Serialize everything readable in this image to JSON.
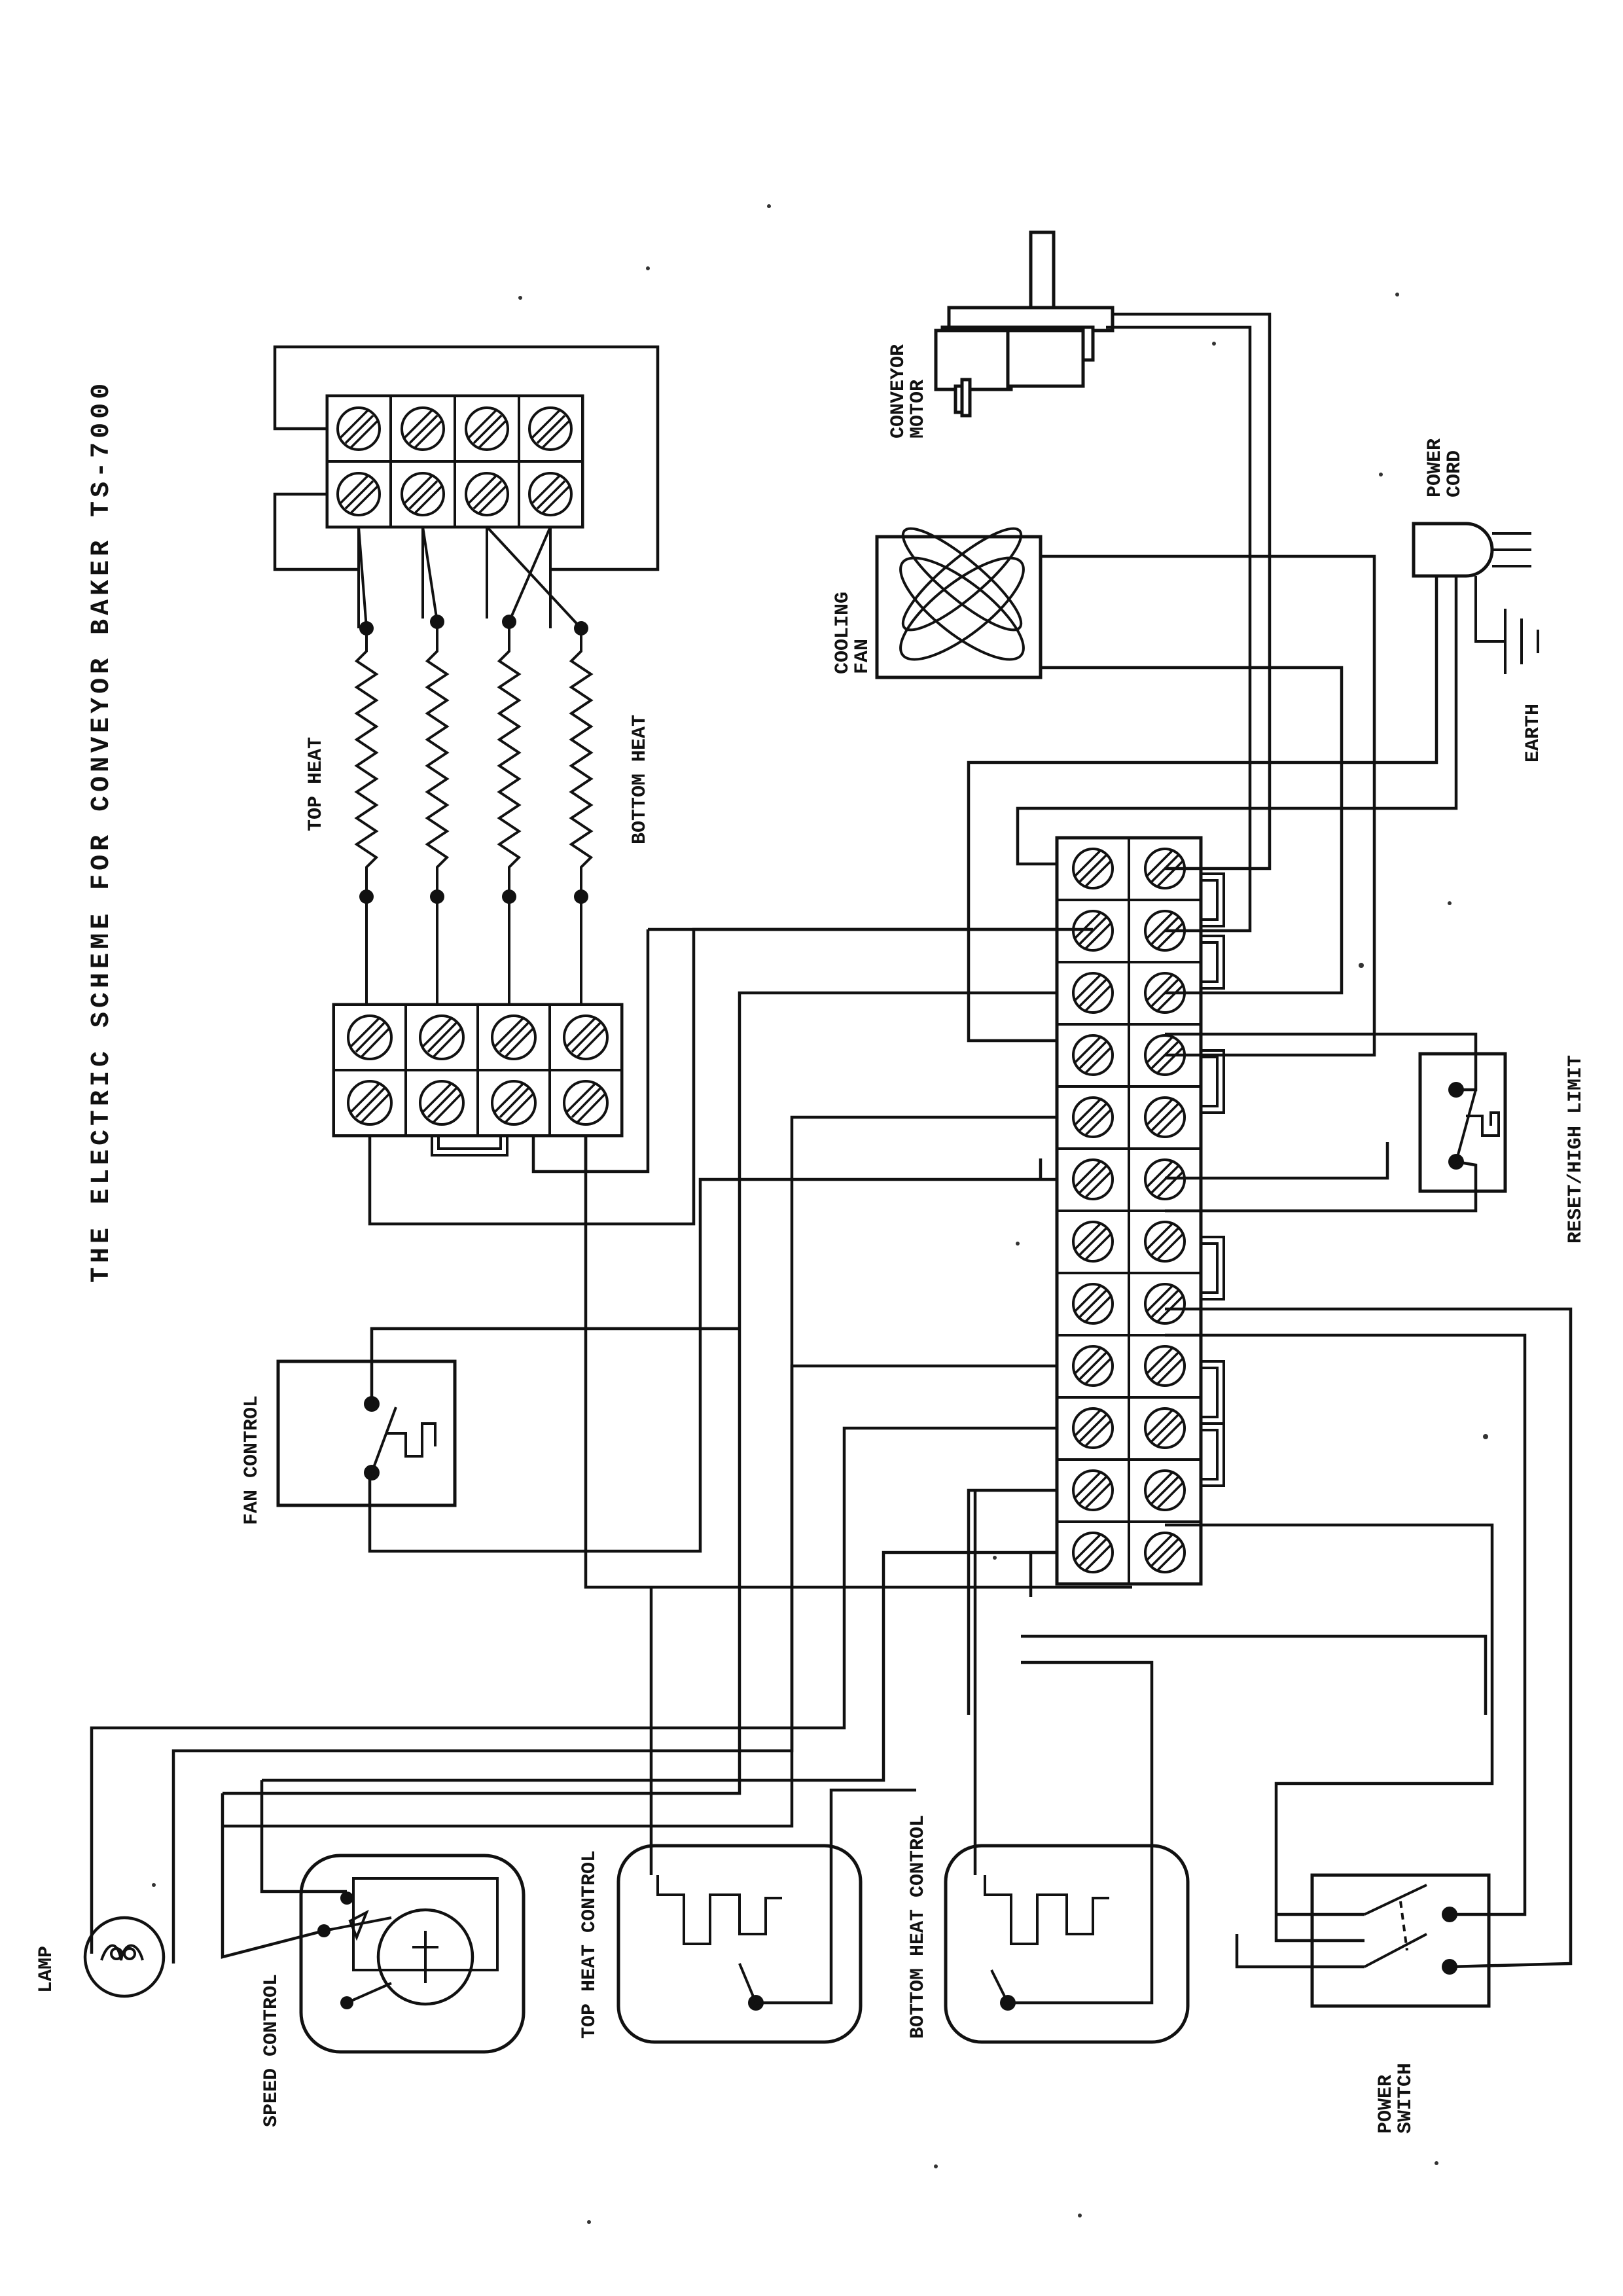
{
  "diagram": {
    "title": "THE ELECTRIC SCHEME FOR CONVEYOR BAKER TS-7000",
    "labels": {
      "top_heat": "TOP HEAT",
      "bottom_heat": "BOTTOM HEAT",
      "conveyor_motor": [
        "CONVEYOR",
        "MOTOR"
      ],
      "cooling_fan": [
        "COOLING",
        "FAN"
      ],
      "power_cord": [
        "POWER",
        "CORD"
      ],
      "earth": "EARTH",
      "reset_high_limit": "RESET/HIGH LIMIT",
      "fan_control": "FAN CONTROL",
      "lamp": "LAMP",
      "speed_control": "SPEED CONTROL",
      "top_heat_control": "TOP HEAT CONTROL",
      "bottom_heat_control": "BOTTOM HEAT CONTROL",
      "power_switch": [
        "POWER",
        "SWITCH"
      ]
    },
    "icons": {
      "terminal_screw": "terminal-screw-icon",
      "heating_element": "resistor-coil-icon",
      "fan": "fan-blades-icon",
      "motor": "motor-icon",
      "plug": "plug-icon",
      "ground": "earth-ground-icon",
      "thermostat": "thermostat-icon",
      "lamp": "lamp-icon",
      "switch": "switch-icon"
    }
  }
}
